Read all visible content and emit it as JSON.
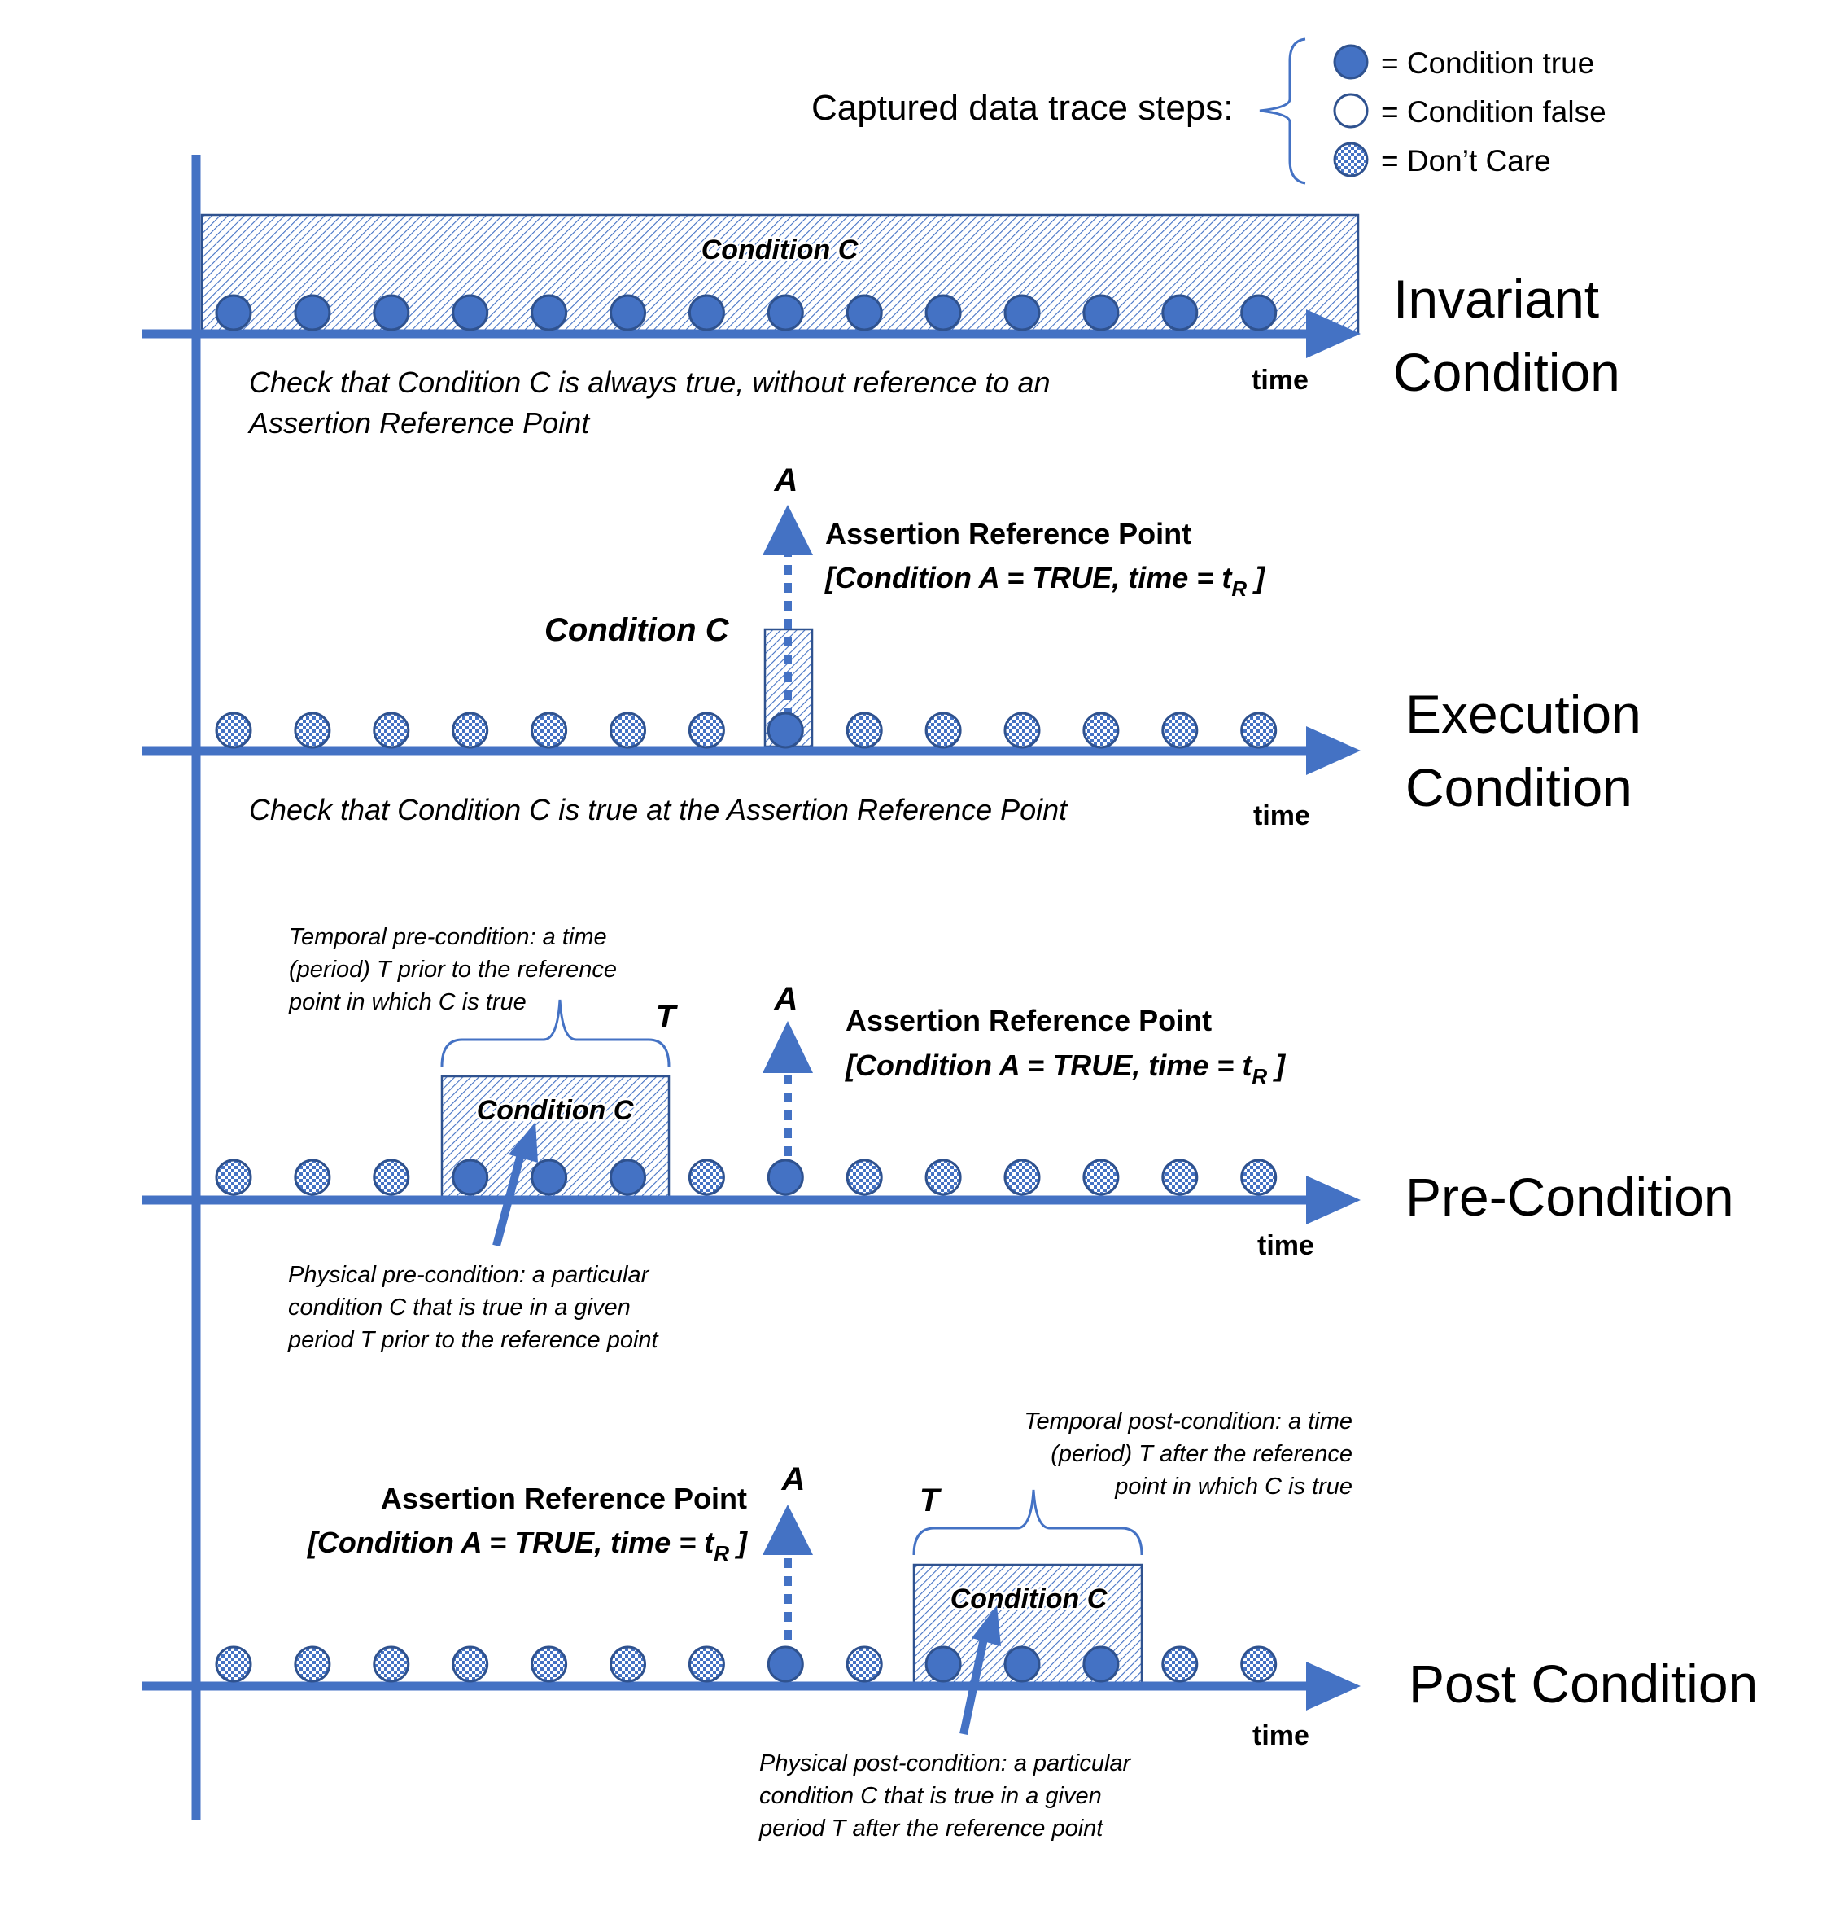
{
  "legend": {
    "title": "Captured data trace steps:",
    "items": [
      {
        "kind": "true",
        "label": "= Condition true"
      },
      {
        "kind": "false",
        "label": "= Condition false"
      },
      {
        "kind": "dontcare",
        "label": "= Don’t Care"
      }
    ]
  },
  "colors": {
    "primary": "#4472C4",
    "dot_stroke": "#2F528F",
    "text": "#000000"
  },
  "common": {
    "time": "time",
    "condition_c": "Condition C",
    "a": "A",
    "t": "T",
    "arp_title": "Assertion Reference Point",
    "arp_expr_main": "[Condition A = TRUE, time  = t",
    "arp_expr_sub": "R",
    "arp_expr_end": " ]"
  },
  "sections": [
    {
      "id": "invariant",
      "title_lines": [
        "Invariant",
        "Condition"
      ],
      "dots": [
        "true",
        "true",
        "true",
        "true",
        "true",
        "true",
        "true",
        "true",
        "true",
        "true",
        "true",
        "true",
        "true",
        "true"
      ],
      "description_lines": [
        "Check that Condition C is always true, without reference to an",
        "Assertion Reference Point"
      ]
    },
    {
      "id": "execution",
      "title_lines": [
        "Execution",
        "Condition"
      ],
      "dots": [
        "dontcare",
        "dontcare",
        "dontcare",
        "dontcare",
        "dontcare",
        "dontcare",
        "dontcare",
        "true",
        "dontcare",
        "dontcare",
        "dontcare",
        "dontcare",
        "dontcare",
        "dontcare"
      ],
      "description_lines": [
        "Check that Condition C is true at the Assertion Reference Point"
      ]
    },
    {
      "id": "pre",
      "title_lines": [
        "Pre-Condition"
      ],
      "dots": [
        "dontcare",
        "dontcare",
        "dontcare",
        "true",
        "true",
        "true",
        "dontcare",
        "true",
        "dontcare",
        "dontcare",
        "dontcare",
        "dontcare",
        "dontcare",
        "dontcare"
      ],
      "temporal_note": [
        "Temporal pre-condition: a time",
        "(period) T prior to the reference",
        "point in which C is true"
      ],
      "physical_note": [
        "Physical pre-condition: a particular",
        "condition C that is true in a given",
        "period T prior to the reference point"
      ]
    },
    {
      "id": "post",
      "title_lines": [
        "Post Condition"
      ],
      "dots": [
        "dontcare",
        "dontcare",
        "dontcare",
        "dontcare",
        "dontcare",
        "dontcare",
        "dontcare",
        "true",
        "dontcare",
        "true",
        "true",
        "true",
        "dontcare",
        "dontcare"
      ],
      "temporal_note": [
        "Temporal post-condition: a time",
        "(period) T after the reference",
        "point in which C is true"
      ],
      "physical_note": [
        "Physical post-condition: a particular",
        "condition C that is true in a given",
        "period T after the reference point"
      ]
    }
  ]
}
